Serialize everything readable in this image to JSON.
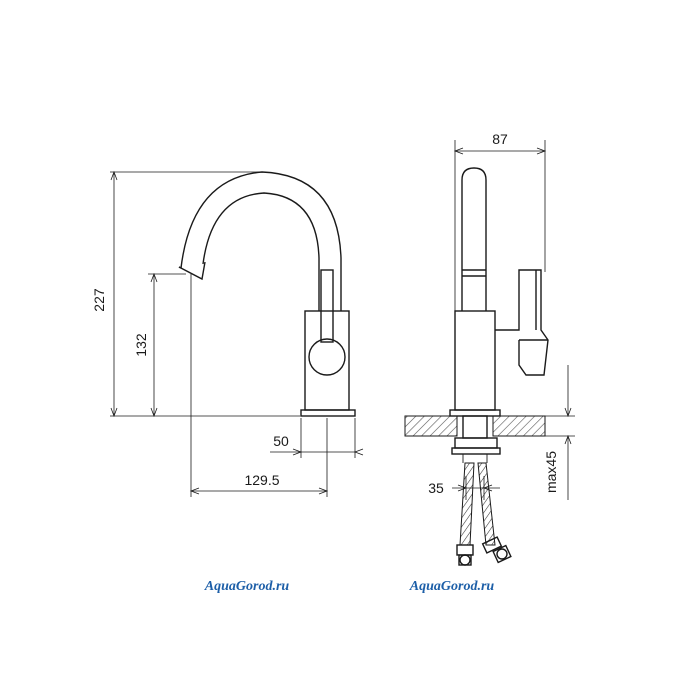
{
  "dimensions": {
    "height_total": "227",
    "spout_height": "132",
    "base_width": "50",
    "reach": "129.5",
    "side_width": "87",
    "hose_spacing": "35",
    "mount_thickness": "max45"
  },
  "watermark": {
    "left": "AquaGorod.ru",
    "right": "AquaGorod.ru"
  },
  "colors": {
    "line": "#1a1a1a",
    "watermark": "#1d5fa8",
    "counter_hatch": "#555555"
  }
}
